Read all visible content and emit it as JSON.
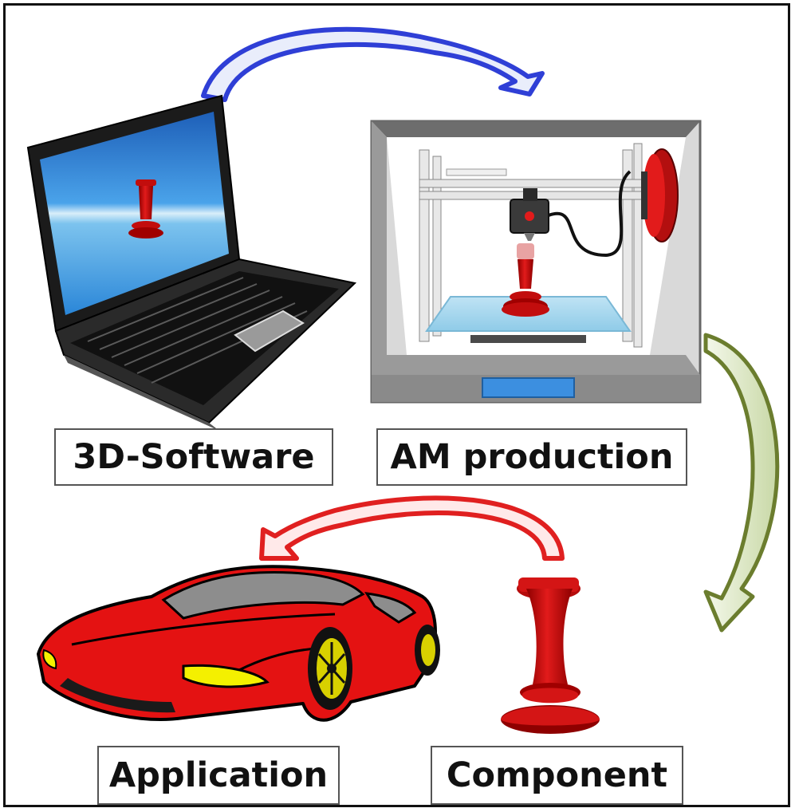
{
  "labels": {
    "software": "3D-Software",
    "am": "AM production",
    "application": "Application",
    "component": "Component"
  },
  "colors": {
    "arrow_software_to_am": "#2f3fd6",
    "arrow_am_to_component": "#6b7d2e",
    "arrow_component_to_application": "#e02020",
    "part_red": "#d01010",
    "car_red": "#e41212",
    "screen_blue": "#2c7fd6"
  },
  "icons": [
    "laptop-icon",
    "3d-printer-icon",
    "sports-car-icon",
    "chess-piece-component-icon"
  ]
}
